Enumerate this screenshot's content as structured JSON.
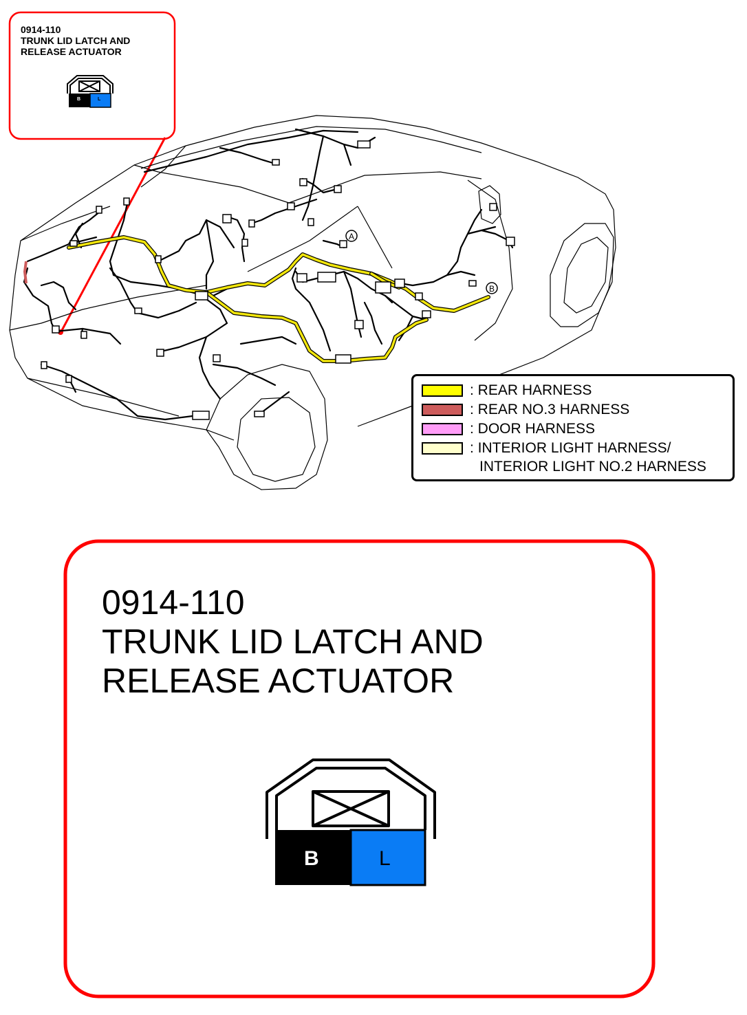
{
  "callout": {
    "code": "0914-110",
    "title_line1": "TRUNK LID LATCH AND",
    "title_line2": "RELEASE ACTUATOR"
  },
  "connector": {
    "pins": [
      {
        "label": "B",
        "color": "#000000",
        "text_color": "#ffffff"
      },
      {
        "label": "L",
        "color": "#0a7cf5",
        "text_color": "#000000"
      }
    ]
  },
  "legend": {
    "items": [
      {
        "label": ": REAR HARNESS",
        "color": "#ffff00"
      },
      {
        "label": ": REAR NO.3 HARNESS",
        "color": "#cd5c5c"
      },
      {
        "label": ": DOOR HARNESS",
        "color": "#ff9cf7"
      },
      {
        "label": ": INTERIOR LIGHT HARNESS/",
        "color": "#ffffcc"
      }
    ],
    "continuation": "INTERIOR LIGHT NO.2 HARNESS"
  },
  "markers": {
    "a": "A",
    "b": "B"
  },
  "colors": {
    "callout_border": "#ff0000",
    "wire": "#000000",
    "rear_harness": "#f2e60c"
  }
}
